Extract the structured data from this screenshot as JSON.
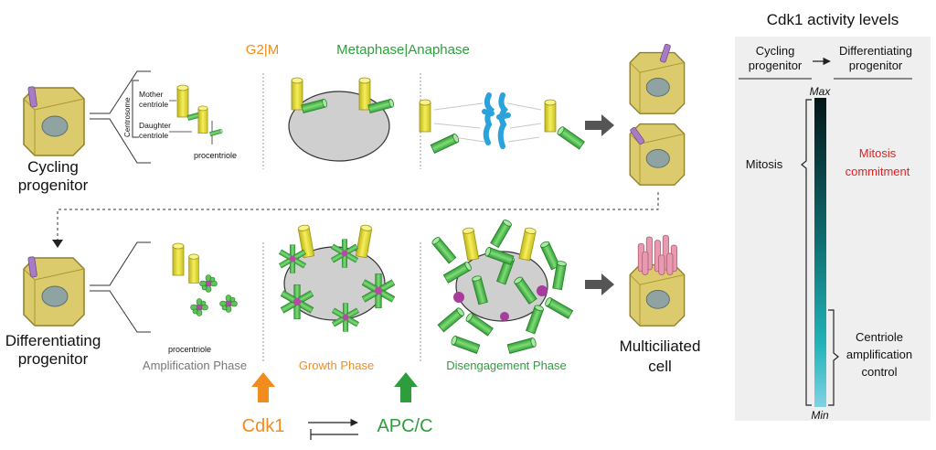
{
  "top": {
    "cell_label_1": "Cycling",
    "cell_label_2": "progenitor",
    "phase_g2m": "G2|M",
    "phase_meta": "Metaphase|Anaphase",
    "centrosome": "Centrosome",
    "mother_1": "Mother",
    "mother_2": "centriole",
    "daughter_1": "Daughter",
    "daughter_2": "centriole",
    "procentriole": "procentriole"
  },
  "bottom": {
    "cell_label_1": "Differentiating",
    "cell_label_2": "progenitor",
    "procentriole": "procentriole",
    "phase_amp": "Amplification Phase",
    "phase_growth": "Growth Phase",
    "phase_diseng": "Disengagement Phase",
    "result_1": "Multiciliated",
    "result_2": "cell",
    "cdk1": "Cdk1",
    "apcc": "APC/C"
  },
  "panel": {
    "title": "Cdk1 activity levels",
    "col_left_1": "Cycling",
    "col_left_2": "progenitor",
    "col_right_1": "Differentiating",
    "col_right_2": "progenitor",
    "max": "Max",
    "min": "Min",
    "mitosis": "Mitosis",
    "commit_1": "Mitosis",
    "commit_2": "commitment",
    "control_1": "Centriole",
    "control_2": "amplification",
    "control_3": "control"
  },
  "colors": {
    "orange": "#f28c1e",
    "green": "#2e9e3c",
    "cell": "#d8c86a",
    "centriole_yellow": "#ece63a",
    "centriole_green": "#5cc45a",
    "dna": "#2aa2dc",
    "cilia": "#e89ab0",
    "red": "#e32020"
  }
}
